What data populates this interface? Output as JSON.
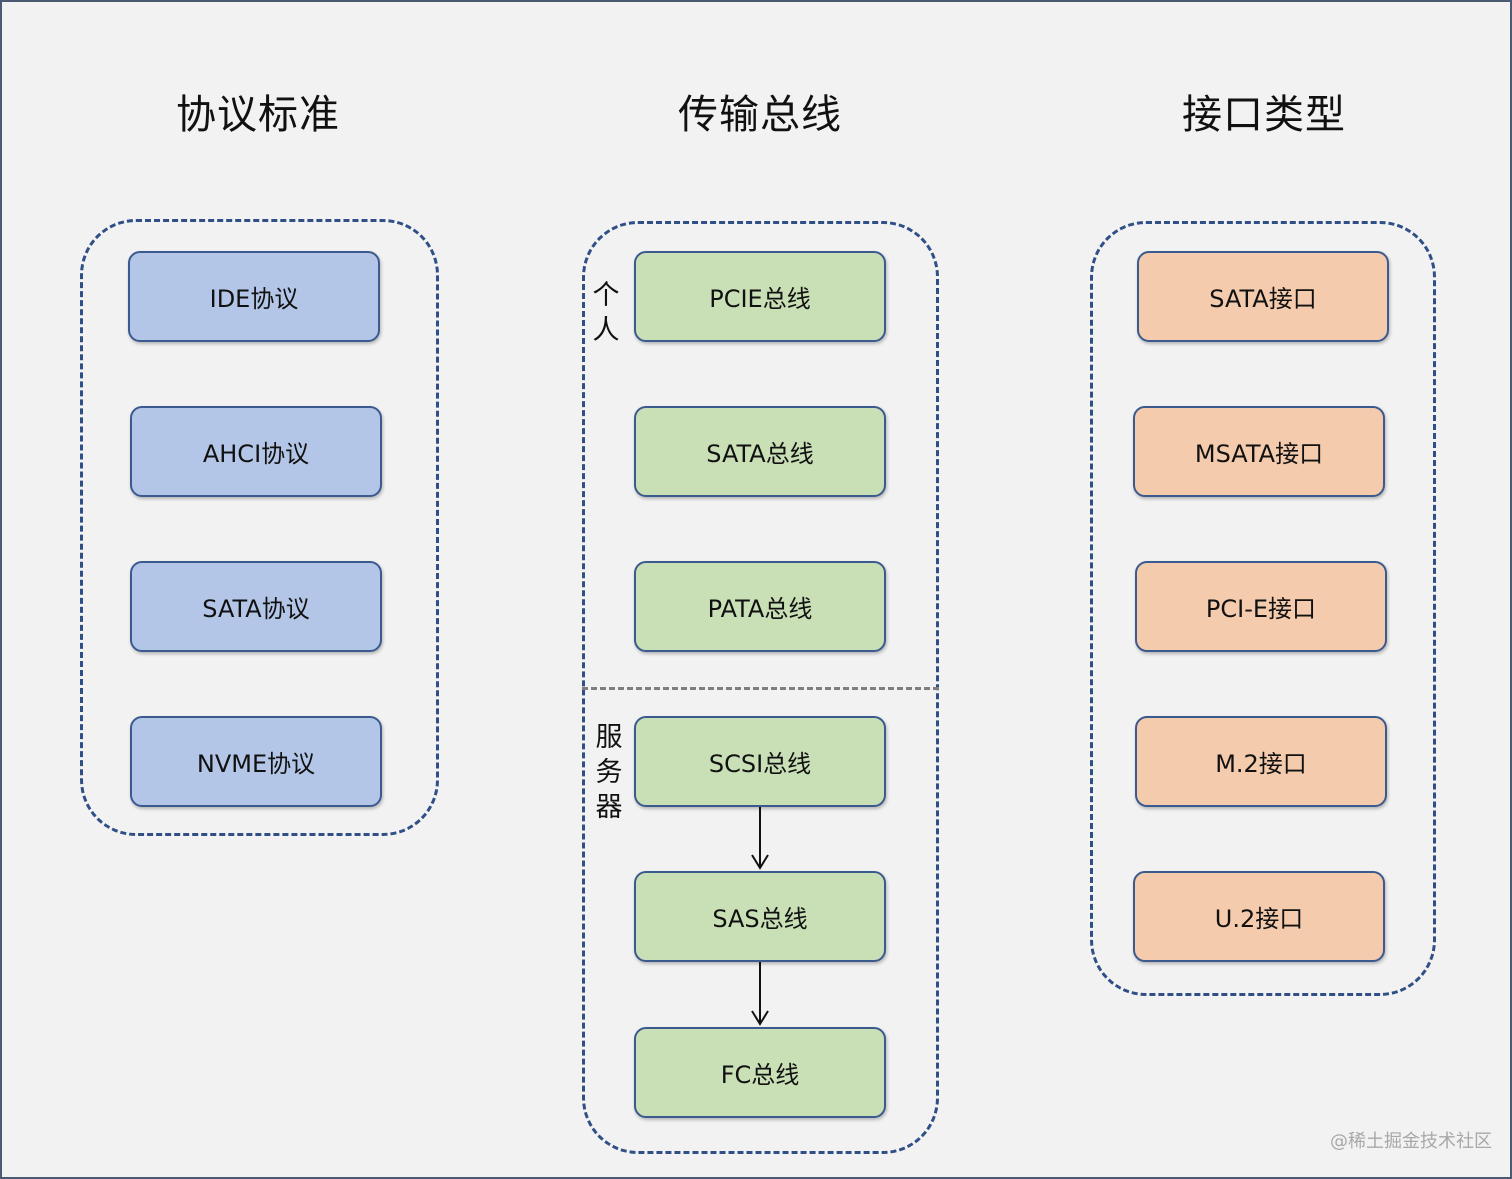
{
  "columns": [
    {
      "title": "协议标准",
      "items": [
        "IDE协议",
        "AHCI协议",
        "SATA协议",
        "NVME协议"
      ]
    },
    {
      "title": "传输总线",
      "sections": [
        {
          "label": "个人",
          "items": [
            "PCIE总线",
            "SATA总线",
            "PATA总线"
          ]
        },
        {
          "label": "服务器",
          "items": [
            "SCSI总线",
            "SAS总线",
            "FC总线"
          ]
        }
      ]
    },
    {
      "title": "接口类型",
      "items": [
        "SATA接口",
        "MSATA接口",
        "PCI-E接口",
        "M.2接口",
        "U.2接口"
      ]
    }
  ],
  "edges": [
    {
      "from": "SCSI总线",
      "to": "SAS总线"
    },
    {
      "from": "SAS总线",
      "to": "FC总线"
    }
  ],
  "colors": {
    "protocol_fill": "#b4c6e7",
    "bus_fill": "#c9e0b6",
    "interface_fill": "#f4cbad",
    "group_border": "#2f4f86"
  },
  "watermark": "@稀土掘金技术社区"
}
